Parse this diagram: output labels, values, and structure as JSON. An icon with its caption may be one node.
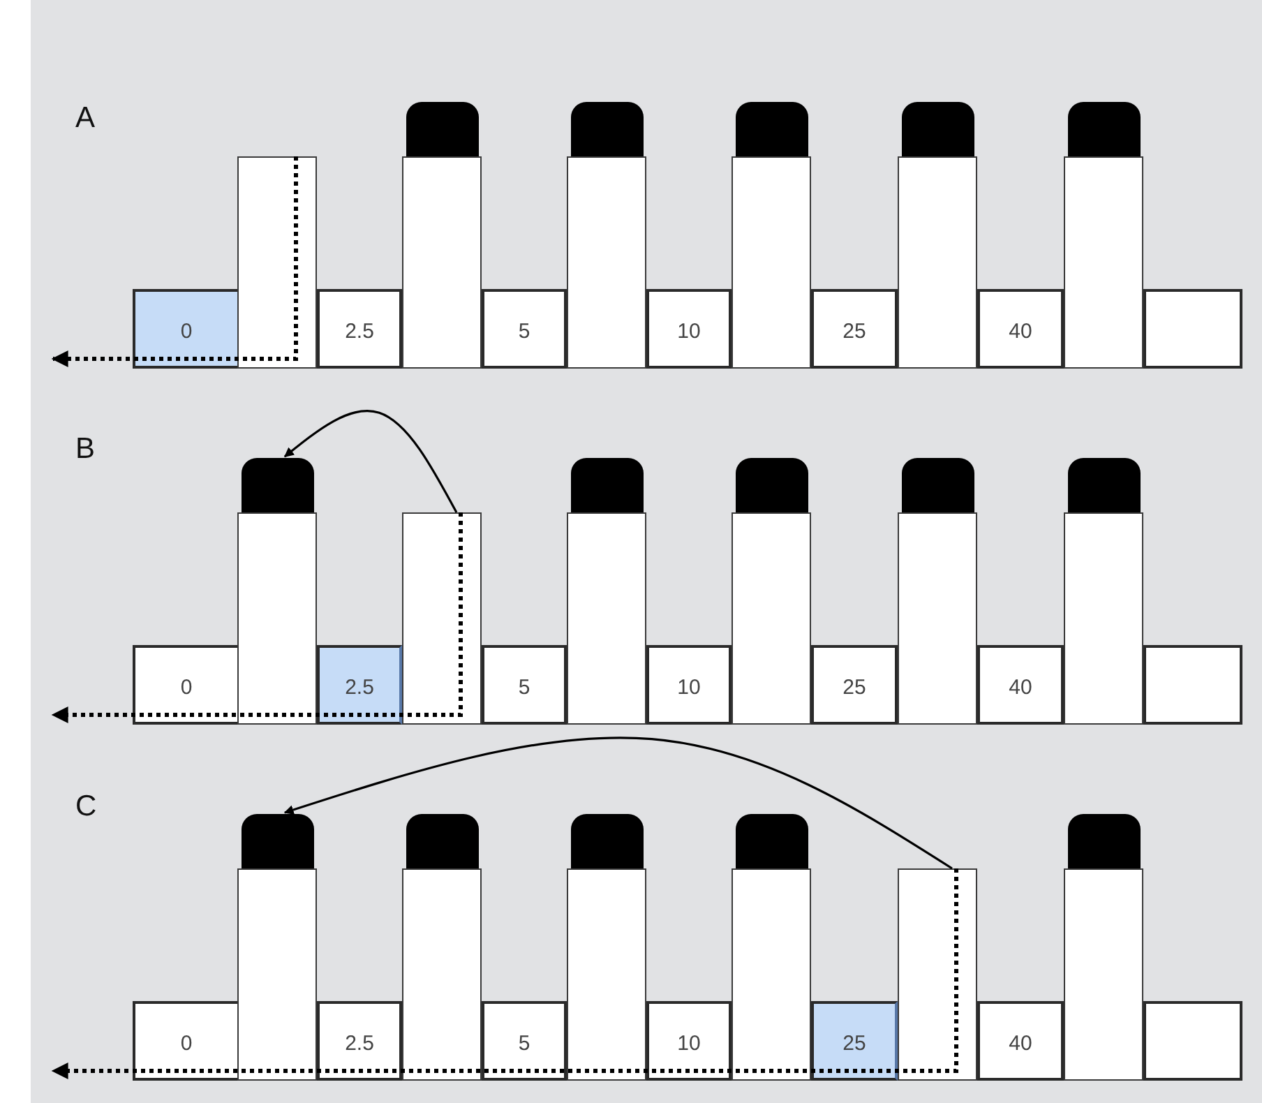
{
  "diagram": {
    "nodes": [
      {
        "text": [
          "0"
        ]
      },
      {
        "text": [
          "2.5"
        ]
      },
      {
        "text": [
          "5"
        ]
      },
      {
        "text": [
          "10"
        ]
      },
      {
        "text": [
          "25"
        ]
      },
      {
        "text": [
          "40"
        ]
      },
      {
        "text": [],
        "shape": "box"
      },
      {
        "text": [],
        "shape": "box"
      },
      {
        "text": [],
        "shape": "box"
      },
      {
        "text": [],
        "shape": "box"
      },
      {
        "text": [],
        "shape": "box"
      },
      {
        "text": [],
        "shape": "box"
      },
      {
        "text": [],
        "shape": "box"
      },
      {
        "text": [],
        "shape": "cap"
      },
      {
        "text": [],
        "shape": "cap"
      },
      {
        "text": [],
        "shape": "cap"
      },
      {
        "text": [],
        "shape": "cap"
      },
      {
        "text": [],
        "shape": "cap"
      },
      {
        "text": [
          "0"
        ]
      },
      {
        "text": [
          "2.5"
        ]
      },
      {
        "text": [
          "5"
        ]
      },
      {
        "text": [
          "10"
        ]
      },
      {
        "text": [
          "25"
        ]
      },
      {
        "text": [
          "40"
        ]
      },
      {
        "text": [],
        "shape": "box"
      },
      {
        "text": [],
        "shape": "box"
      },
      {
        "text": [],
        "shape": "box"
      },
      {
        "text": [],
        "shape": "box"
      },
      {
        "text": [],
        "shape": "box"
      },
      {
        "text": [],
        "shape": "box"
      },
      {
        "text": [],
        "shape": "box"
      },
      {
        "text": [],
        "shape": "cap"
      },
      {
        "text": [],
        "shape": "cap"
      },
      {
        "text": [],
        "shape": "cap"
      },
      {
        "text": [],
        "shape": "cap"
      },
      {
        "text": [],
        "shape": "cap"
      },
      {
        "text": [
          "0"
        ]
      },
      {
        "text": [
          "2.5"
        ]
      },
      {
        "text": [
          "5"
        ]
      },
      {
        "text": [
          "10"
        ]
      },
      {
        "text": [
          "25"
        ]
      },
      {
        "text": [
          "40"
        ]
      },
      {
        "text": [],
        "shape": "box"
      },
      {
        "text": [],
        "shape": "box"
      },
      {
        "text": [],
        "shape": "box"
      },
      {
        "text": [],
        "shape": "box"
      },
      {
        "text": [],
        "shape": "box"
      },
      {
        "text": [],
        "shape": "box"
      },
      {
        "text": [],
        "shape": "box"
      },
      {
        "text": [],
        "shape": "cap"
      },
      {
        "text": [],
        "shape": "cap"
      },
      {
        "text": [],
        "shape": "cap"
      },
      {
        "text": [],
        "shape": "cap"
      },
      {
        "text": [],
        "shape": "cap"
      }
    ],
    "edges": [
      {
        "from": 7,
        "to": null,
        "arrow": "to",
        "style": "dashed"
      },
      {
        "from": 26,
        "to": 31,
        "arrow": "to"
      },
      {
        "from": 26,
        "to": null,
        "arrow": "to",
        "style": "dashed"
      },
      {
        "from": 47,
        "to": 49,
        "arrow": "to"
      },
      {
        "from": 47,
        "to": null,
        "arrow": "to",
        "style": "dashed"
      }
    ],
    "labels": [
      "A",
      "B",
      "C"
    ]
  }
}
